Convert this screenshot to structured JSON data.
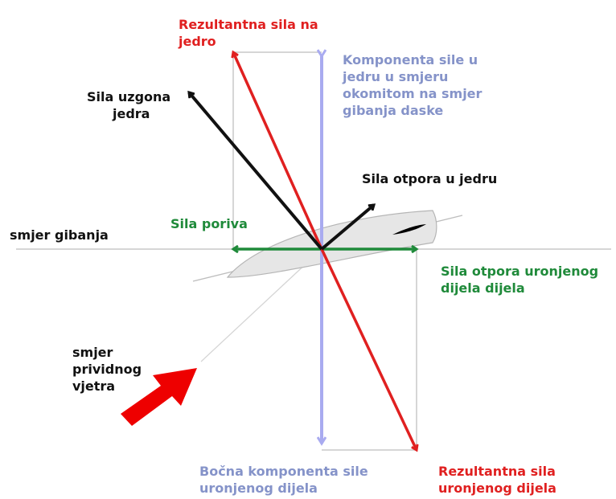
{
  "labels": {
    "resultant_sail": [
      "Rezultantna sila na",
      "jedro"
    ],
    "lift_force": [
      "Sila uzgona",
      "jedra"
    ],
    "perpendicular_component": [
      "Komponenta sile u",
      "jedru u smjeru",
      "okomitom na smjer",
      "gibanja daske"
    ],
    "sail_drag": "Sila otpora u jedru",
    "direction_of_motion": "smjer gibanja",
    "propulsion": "Sila poriva",
    "submerged_drag": [
      "Sila otpora uronjenog",
      "dijela dijela"
    ],
    "apparent_wind": [
      "smjer",
      "prividnog",
      "vjetra"
    ],
    "lateral_component": [
      "Bočna komponenta sile",
      "uronjenog dijela"
    ],
    "resultant_submerged": [
      "Rezultantna sila",
      "uronjenog dijela"
    ]
  },
  "colors": {
    "resultant": "#e02020",
    "lift": "#111111",
    "component": "#a9abf0",
    "propulsion": "#1f8a3a",
    "wind_arrow": "#ee0000",
    "construction_lines": "#c8c8c8",
    "hull": "#e6e6e6"
  }
}
